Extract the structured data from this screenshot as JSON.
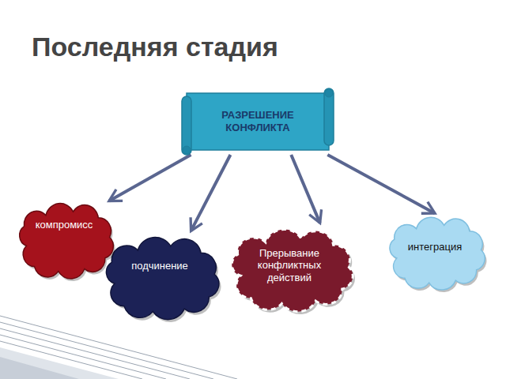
{
  "diagram": {
    "title": "Последняя стадия",
    "nodes": [
      {
        "text": [
          "РАЗРЕШЕНИЕ КОНФЛИКТА"
        ]
      },
      {
        "text": [
          "компромисс"
        ]
      },
      {
        "text": [
          "подчинение"
        ]
      },
      {
        "text": [
          "Прерывание конфликтных действий"
        ]
      },
      {
        "text": [
          "интеграция"
        ]
      }
    ],
    "edges": [
      {
        "from": 0,
        "to": 1,
        "arrow": "to"
      },
      {
        "from": 0,
        "to": 2,
        "arrow": "to"
      },
      {
        "from": 0,
        "to": 3,
        "arrow": "to"
      },
      {
        "from": 0,
        "to": 4,
        "arrow": "to"
      }
    ]
  }
}
